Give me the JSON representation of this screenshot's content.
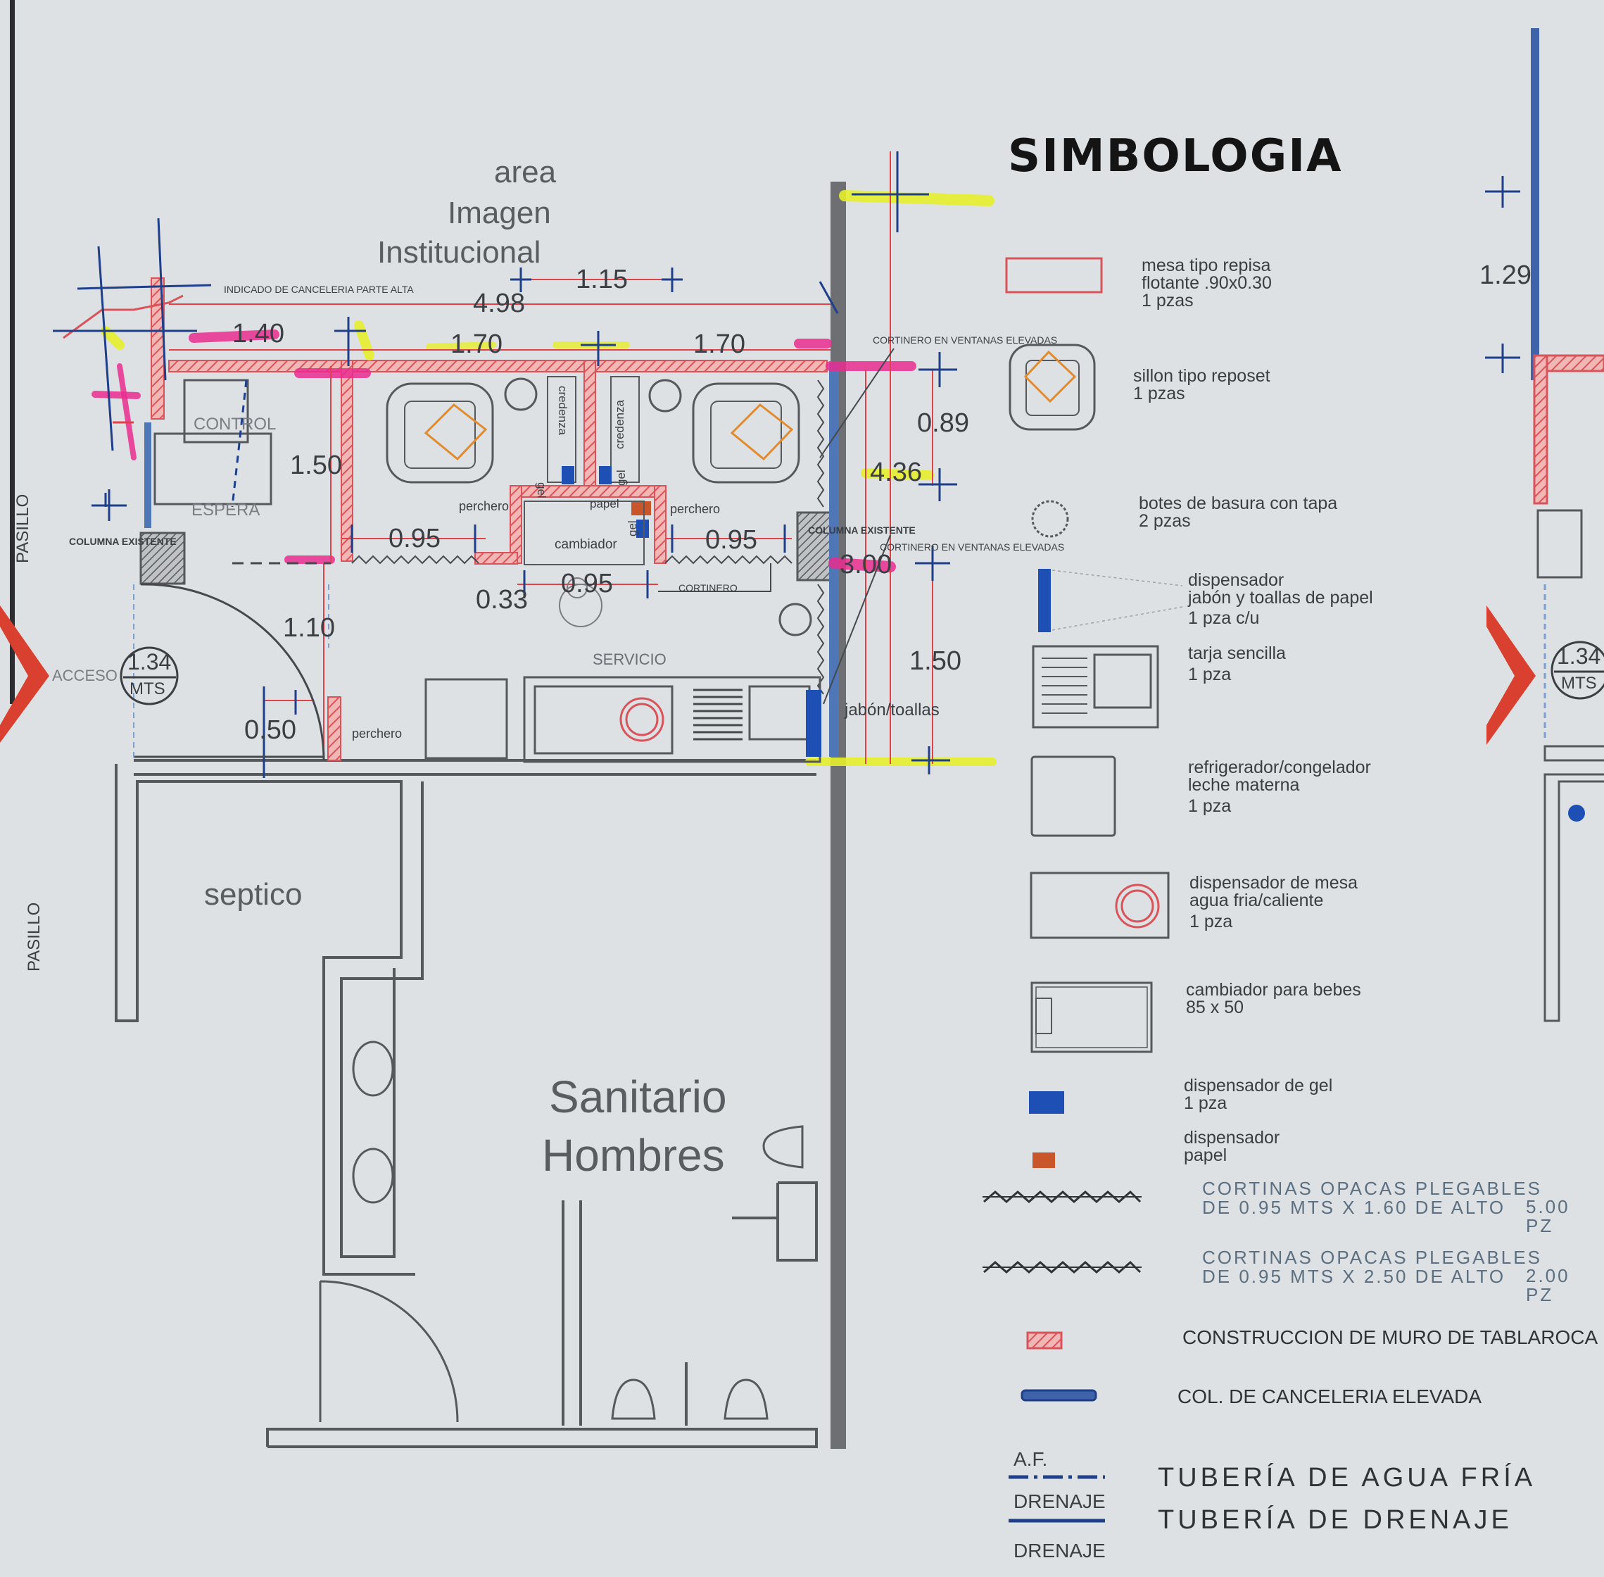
{
  "plan": {
    "area_title": [
      "area",
      "Imagen",
      "Institucional"
    ],
    "canceleria_note": "INDICADO DE CANCELERIA PARTE ALTA",
    "cortinero_note": "CORTINERO EN VENTANAS ELEVADAS",
    "cortinero_note_2": "CORTINERO EN VENTANAS ELEVADAS",
    "cortinero": "CORTINERO",
    "columna_left": "COLUMNA EXISTENTE",
    "columna_right": "COLUMNA EXISTENTE",
    "control": "CONTROL",
    "espera": "ESPERA",
    "pasillo_top": "PASILLO",
    "pasillo_bottom": "PASILLO",
    "acceso": "ACCESO",
    "door_width": "1.34",
    "door_unit": "MTS",
    "perchero_1": "perchero",
    "perchero_2": "perchero",
    "perchero_3": "perchero",
    "credenza_1": "credenza",
    "credenza_2": "credenza",
    "gel_1": "gel",
    "gel_2": "gel",
    "papel": "papel",
    "cambiador": "cambiador",
    "servicio": "SERVICIO",
    "jabon_toallas": "jabón/toallas",
    "septico": "septico",
    "sanitario": [
      "Sanitario",
      "Hombres"
    ],
    "dims": {
      "d_1_15": "1.15",
      "d_4_98": "4.98",
      "d_1_40": "1.40",
      "d_1_70a": "1.70",
      "d_1_70b": "1.70",
      "d_0_89": "0.89",
      "d_4_36": "4.36",
      "d_1_50a": "1.50",
      "d_0_95a": "0.95",
      "d_0_95b": "0.95",
      "d_0_95c": "0.95",
      "d_0_33": "0.33",
      "d_3_00": "3.00",
      "d_1_10": "1.10",
      "d_1_50b": "1.50",
      "d_0_50": "0.50",
      "d_1_29": "1.29"
    }
  },
  "legend": {
    "title": "SIMBOLOGIA",
    "items": [
      {
        "lines": [
          "mesa tipo repisa",
          "flotante .90x0.30",
          "1 pzas"
        ]
      },
      {
        "lines": [
          "sillon tipo reposet",
          "1 pzas"
        ]
      },
      {
        "lines": [
          "botes de basura con tapa",
          "2 pzas"
        ]
      },
      {
        "lines": [
          "dispensador",
          "jabón y toallas de papel",
          "1 pza c/u"
        ]
      },
      {
        "lines": [
          "tarja sencilla",
          "1 pza"
        ]
      },
      {
        "lines": [
          "refrigerador/congelador",
          "leche materna",
          "1 pza"
        ]
      },
      {
        "lines": [
          "dispensador de mesa",
          "agua fria/caliente",
          "1 pza"
        ]
      },
      {
        "lines": [
          "cambiador para bebes",
          "85 x 50"
        ]
      },
      {
        "lines": [
          "dispensador de gel",
          "1 pza"
        ]
      },
      {
        "lines": [
          "dispensador",
          "papel"
        ]
      }
    ],
    "cortinas_1": {
      "lines": [
        "CORTINAS OPACAS PLEGABLES",
        "DE 0.95 MTS X 1.60 DE ALTO"
      ],
      "qty": "5.00 PZ"
    },
    "cortinas_2": {
      "lines": [
        "CORTINAS OPACAS PLEGABLES",
        "DE 0.95 MTS X 2.50 DE ALTO"
      ],
      "qty": "2.00 PZ"
    },
    "muro": "CONSTRUCCION DE MURO DE TABLAROCA",
    "canceleria": "COL. DE CANCELERIA ELEVADA",
    "af_label": "A.F.",
    "drenaje_label": "DRENAJE",
    "drenaje_label_2": "DRENAJE",
    "agua_fria": "TUBERÍA  DE  AGUA  FRÍA",
    "drenaje": "TUBERÍA  DE  DRENAJE"
  },
  "colors": {
    "wall_new": "#d9545a",
    "dimension": "#e0424a",
    "highlight_magenta": "#ea2d8f",
    "highlight_yellow": "#e6ef2b",
    "dispenser_blue": "#1d4fb5",
    "paper_orange": "#c9562a",
    "furniture_orange": "#e28a2e",
    "existing_wall": "#6d6f72"
  }
}
